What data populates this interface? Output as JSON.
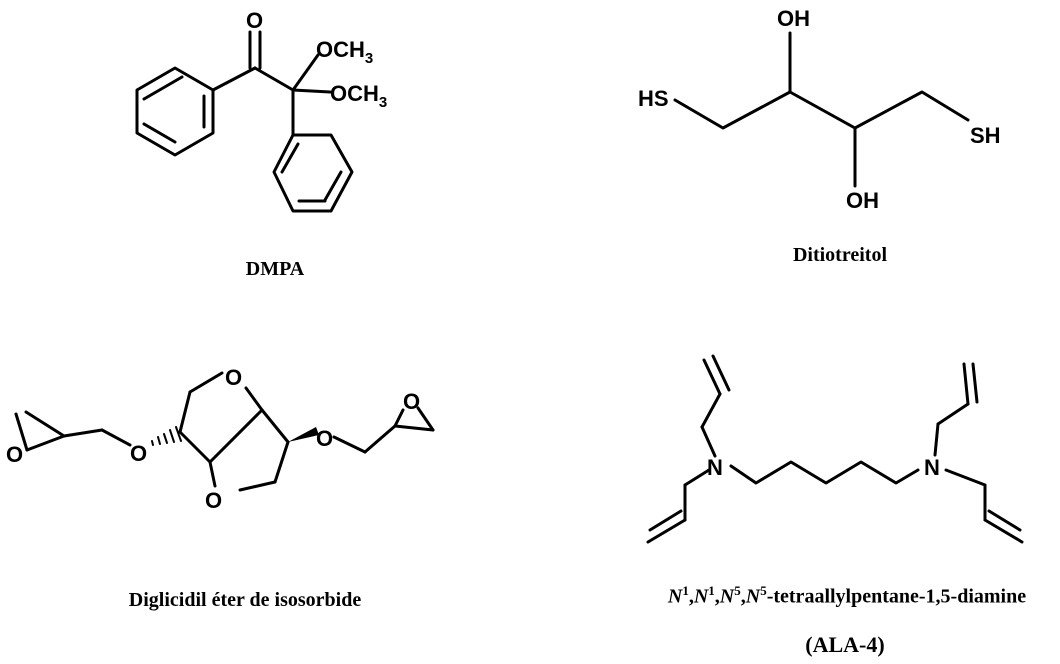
{
  "molecules": [
    {
      "caption": "DMPA",
      "atoms": {
        "carbonyl_o": "O",
        "methoxy_1": "OCH",
        "methoxy_1_sub": "3",
        "methoxy_2": "OCH",
        "methoxy_2_sub": "3"
      }
    },
    {
      "caption": "Ditiotreitol",
      "atoms": {
        "oh_top": "OH",
        "oh_bottom": "OH",
        "sh_left": "HS",
        "sh_right": "SH"
      }
    },
    {
      "caption": "Diglicidil éter de isosorbide",
      "atoms": {
        "epoxide_left_o": "O",
        "ether_left_o": "O",
        "ring_top_o": "O",
        "ring_bottom_o": "O",
        "ether_right_o": "O",
        "epoxide_right_o": "O"
      }
    },
    {
      "caption_parts": {
        "n1": "N",
        "sup1": "1",
        "sep1": ",",
        "n2": "N",
        "sup2": "1",
        "sep2": ",",
        "n3": "N",
        "sup3": "5",
        "sep3": ",",
        "n4": "N",
        "sup4": "5",
        "rest": "-tetraallylpentane-1,5-diamine"
      },
      "caption_code": "(ALA-4)",
      "atoms": {
        "n_left": "N",
        "n_right": "N"
      }
    }
  ]
}
